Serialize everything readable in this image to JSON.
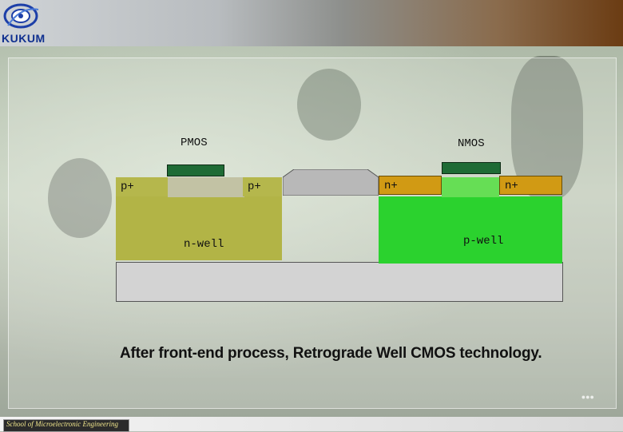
{
  "header": {
    "logo_text": "KUKUM"
  },
  "diagram": {
    "pmos_label": "PMOS",
    "nmos_label": "NMOS",
    "pmos_source": "p+",
    "pmos_drain": "p+",
    "nmos_source": "n+",
    "nmos_drain": "n+",
    "nwell_label": "n-well",
    "pwell_label": "p-well",
    "colors": {
      "nwell": "#b2b446",
      "pwell": "#2bd22e",
      "n_plus": "#d19a14",
      "gate": "#1e6b35",
      "substrate": "#d3d3d3",
      "field_oxide": "#b8b8b8"
    }
  },
  "caption": "After front-end process, Retrograde Well CMOS technology.",
  "footer": {
    "text": "School of Microelectronic Engineering"
  }
}
